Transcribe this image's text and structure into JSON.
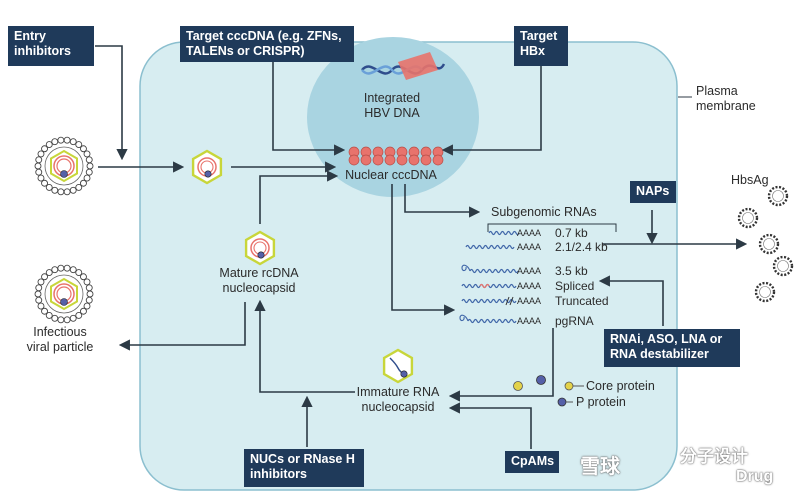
{
  "boxes": {
    "entry_inhibitors": [
      "Entry",
      "inhibitors"
    ],
    "target_cccdna": [
      "Target cccDNA (e.g. ZFNs,",
      "TALENs or CRISPR)"
    ],
    "target_hbx": [
      "Target",
      "HBx"
    ],
    "naps": "NAPs",
    "rnai": [
      "RNAi, ASO, LNA or",
      "RNA destabilizer"
    ],
    "nucs": [
      "NUCs or RNase H",
      "inhibitors"
    ],
    "cpams": "CpAMs"
  },
  "labels": {
    "plasma_membrane": [
      "Plasma",
      "membrane"
    ],
    "integrated_hbv_dna": [
      "Integrated",
      "HBV DNA"
    ],
    "nuclear_cccdna": "Nuclear cccDNA",
    "subgenomic_rnas": "Subgenomic RNAs",
    "hbsag": "HbsAg",
    "mature_rcdna": [
      "Mature rcDNA",
      "nucleocapsid"
    ],
    "infectious_viral_particle": [
      "Infectious",
      "viral particle"
    ],
    "immature_rna": [
      "Immature RNA",
      "nucleocapsid"
    ],
    "core_protein": "Core protein",
    "p_protein": "P protein"
  },
  "rnas": [
    {
      "poly": "AAAA",
      "name": "0.7 kb"
    },
    {
      "poly": "AAAA",
      "name": "2.1/2.4 kb"
    },
    {
      "poly": "AAAA",
      "name": "3.5 kb"
    },
    {
      "poly": "AAAA",
      "name": "Spliced"
    },
    {
      "poly": "AAAA",
      "name": "Truncated"
    },
    {
      "poly": "AAAA",
      "name": "pgRNA"
    }
  ],
  "watermark": {
    "left": "雪球",
    "middle": "分子设计",
    "right": "Drug"
  },
  "colors": {
    "cell_fill": "#d7edf1",
    "cell_stroke": "#8bbfcf",
    "nucleus_fill": "#a9d4e1",
    "box_fill": "#1f3a5a",
    "arrow": "#2c3a45",
    "cccdna": "#e8736c",
    "capsid": "#c8d63a",
    "p_protein": "#5560a8",
    "core_protein": "#e3d24a"
  },
  "icons": [
    "virion-icon",
    "capsid-icon",
    "cccdna-icon",
    "hbv-dna-icon",
    "hbsag-particle-icon",
    "rna-wave-icon"
  ]
}
